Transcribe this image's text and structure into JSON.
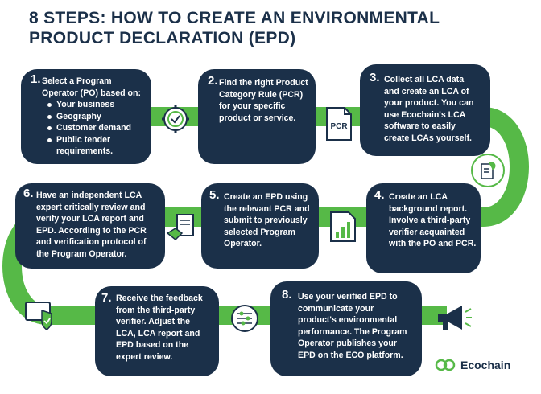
{
  "title_line1": "8 STEPS: HOW TO CREATE AN ENVIRONMENTAL",
  "title_line2": "PRODUCT DECLARATION (EPD)",
  "steps": [
    {
      "num": "1.",
      "lines": [
        "Select a Program",
        "Operator (PO) based on:"
      ],
      "bullets": [
        "Your business",
        "Geography",
        "Customer demand",
        "Public tender",
        "requirements."
      ]
    },
    {
      "num": "2.",
      "lines": [
        "Find the right Product",
        "Category Rule (PCR)",
        "for your specific",
        "product or service."
      ]
    },
    {
      "num": "3.",
      "lines": [
        "Collect all LCA data",
        "and create an LCA of",
        "your product. You can",
        "use Ecochain's LCA",
        "software to easily",
        "create LCAs yourself."
      ]
    },
    {
      "num": "4.",
      "lines": [
        "Create an LCA",
        "background report.",
        "Involve a third-party",
        "verifier acquainted",
        "with the PO and PCR."
      ]
    },
    {
      "num": "5.",
      "lines": [
        "Create an EPD using",
        "the relevant PCR and",
        "submit to previously",
        "selected Program",
        "Operator."
      ]
    },
    {
      "num": "6.",
      "lines": [
        "Have an independent LCA",
        "expert critically review and",
        "verify your LCA report and",
        "EPD. According to the PCR",
        "and verification protocol of",
        "the Program Operator."
      ]
    },
    {
      "num": "7.",
      "lines": [
        "Receive the feedback",
        "from the third-party",
        "verifier. Adjust the",
        "LCA, LCA report and",
        "EPD based on the",
        "expert review."
      ]
    },
    {
      "num": "8.",
      "lines": [
        "Use your verified EPD to",
        "communicate your",
        "product's environmental",
        "performance. The Program",
        "Operator publishes your",
        "EPD on the ECO platform."
      ]
    }
  ],
  "pcr_label": "PCR",
  "brand": "Ecochain",
  "colors": {
    "navy": "#1b3049",
    "green": "#56b947"
  }
}
